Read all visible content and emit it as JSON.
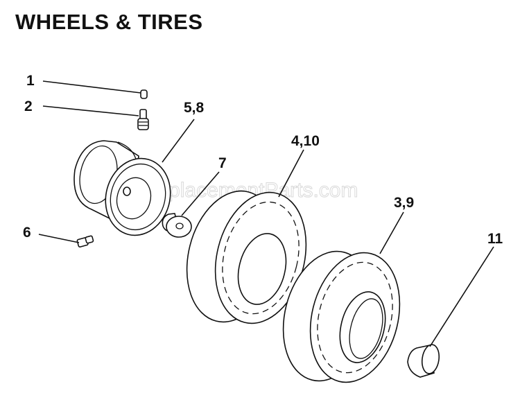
{
  "title": "WHEELS & TIRES",
  "watermark": "eReplacementParts.com",
  "callouts": {
    "c1": "1",
    "c2": "2",
    "c58": "5,8",
    "c7": "7",
    "c410": "4,10",
    "c39": "3,9",
    "c6": "6",
    "c11": "11"
  },
  "colors": {
    "ink": "#111111",
    "watermark": "#d9d9d9",
    "background": "#ffffff"
  }
}
